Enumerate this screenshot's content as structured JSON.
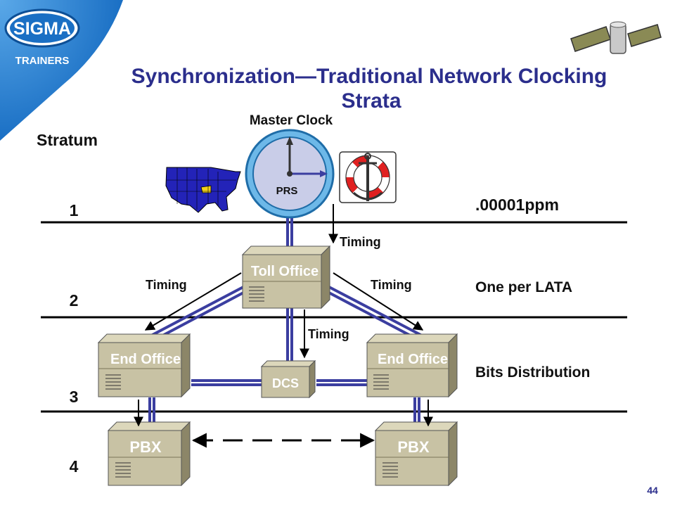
{
  "logo": {
    "brand": "SIGMA",
    "tagline": "TRAINERS"
  },
  "title": {
    "line1": "Synchronization—Traditional Network Clocking",
    "line2": "Strata"
  },
  "stratum_heading": "Stratum",
  "master_clock_label": "Master Clock",
  "clock_label": "PRS",
  "strata": [
    {
      "number": "1",
      "description": ".00001ppm"
    },
    {
      "number": "2",
      "description": "One per LATA"
    },
    {
      "number": "3",
      "description": "Bits Distribution"
    },
    {
      "number": "4",
      "description": ""
    }
  ],
  "nodes": {
    "toll_office": "Toll Office",
    "end_office_left": "End Office",
    "end_office_right": "End Office",
    "dcs": "DCS",
    "pbx_left": "PBX",
    "pbx_right": "PBX"
  },
  "timing_labels": {
    "prs_to_toll": "Timing",
    "toll_to_left": "Timing",
    "toll_to_right": "Timing",
    "toll_to_dcs": "Timing"
  },
  "page_number": "44",
  "icons": [
    "satellite-icon",
    "us-map-icon",
    "clock-icon",
    "anchor-lifebuoy-icon"
  ],
  "colors": {
    "title": "#2b2e8c",
    "link": "#3b3ea0",
    "node_face": "#c8c2a4",
    "node_side": "#8c8668",
    "logo_blue": "#1a6fc4"
  }
}
